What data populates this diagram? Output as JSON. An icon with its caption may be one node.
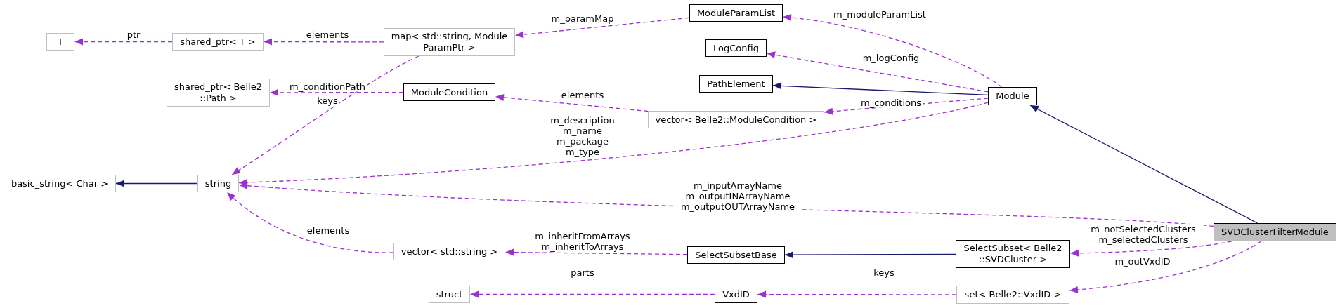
{
  "diagram": {
    "nodes": [
      {
        "text": [
          "T"
        ]
      },
      {
        "text": [
          "shared_ptr< T >"
        ]
      },
      {
        "text": [
          "map< std::string, Module ParamPtr >"
        ]
      },
      {
        "text": [
          "ModuleParamList"
        ]
      },
      {
        "text": [
          "LogConfig"
        ]
      },
      {
        "text": [
          "shared_ptr< Belle2 ::Path >"
        ]
      },
      {
        "text": [
          "ModuleCondition"
        ]
      },
      {
        "text": [
          "PathElement"
        ]
      },
      {
        "text": [
          "Module"
        ]
      },
      {
        "text": [
          "vector< Belle2::ModuleCondition >"
        ]
      },
      {
        "text": [
          "basic_string< Char >"
        ]
      },
      {
        "text": [
          "string"
        ]
      },
      {
        "text": [
          "SVDClusterFilterModule"
        ]
      },
      {
        "text": [
          "vector< std::string >"
        ]
      },
      {
        "text": [
          "SelectSubsetBase"
        ]
      },
      {
        "text": [
          "SelectSubset< Belle2 ::SVDCluster >"
        ]
      },
      {
        "text": [
          "struct"
        ]
      },
      {
        "text": [
          "VxdID"
        ]
      },
      {
        "text": [
          "set< Belle2::VxdID >"
        ]
      }
    ],
    "edges": [
      {
        "from": 1,
        "to": 0,
        "arrow": "to",
        "label": "ptr",
        "style": "dashed"
      },
      {
        "from": 2,
        "to": 1,
        "arrow": "to",
        "label": "elements",
        "style": "dashed"
      },
      {
        "from": 3,
        "to": 2,
        "arrow": "to",
        "label": "m_paramMap",
        "style": "dashed"
      },
      {
        "from": 2,
        "to": 11,
        "arrow": "to",
        "label": "keys",
        "style": "dashed"
      },
      {
        "from": 6,
        "to": 5,
        "arrow": "to",
        "label": "m_conditionPath",
        "style": "dashed"
      },
      {
        "from": 9,
        "to": 6,
        "arrow": "to",
        "label": "elements",
        "style": "dashed"
      },
      {
        "from": 8,
        "to": 3,
        "arrow": "to",
        "label": "m_moduleParamList",
        "style": "dashed"
      },
      {
        "from": 8,
        "to": 4,
        "arrow": "to",
        "label": "m_logConfig",
        "style": "dashed"
      },
      {
        "from": 8,
        "to": 7,
        "arrow": "to",
        "color": "#191970"
      },
      {
        "from": 8,
        "to": 9,
        "arrow": "to",
        "label": "m_conditions",
        "style": "dashed"
      },
      {
        "from": 8,
        "to": 11,
        "arrow": "to",
        "label": "m_description m_name m_package m_type",
        "style": "dashed"
      },
      {
        "from": 11,
        "to": 10,
        "arrow": "to",
        "color": "#191970"
      },
      {
        "from": 12,
        "to": 11,
        "arrow": "to",
        "label": "m_inputArrayName m_outputINArrayName m_outputOUTArrayName",
        "style": "dashed"
      },
      {
        "from": 13,
        "to": 11,
        "arrow": "to",
        "label": "elements",
        "style": "dashed"
      },
      {
        "from": 14,
        "to": 13,
        "arrow": "to",
        "label": "m_inheritFromArrays m_inheritToArrays",
        "style": "dashed"
      },
      {
        "from": 15,
        "to": 14,
        "arrow": "to",
        "color": "#191970"
      },
      {
        "from": 12,
        "to": 8,
        "arrow": "to",
        "color": "#191970"
      },
      {
        "from": 12,
        "to": 15,
        "arrow": "to",
        "label": "m_notSelectedClusters m_selectedClusters",
        "style": "dashed"
      },
      {
        "from": 12,
        "to": 18,
        "arrow": "to",
        "label": "m_outVxdID",
        "style": "dashed"
      },
      {
        "from": 18,
        "to": 17,
        "arrow": "to",
        "label": "keys",
        "style": "dashed"
      },
      {
        "from": 17,
        "to": 16,
        "arrow": "to",
        "label": "parts",
        "style": "dashed"
      }
    ]
  }
}
